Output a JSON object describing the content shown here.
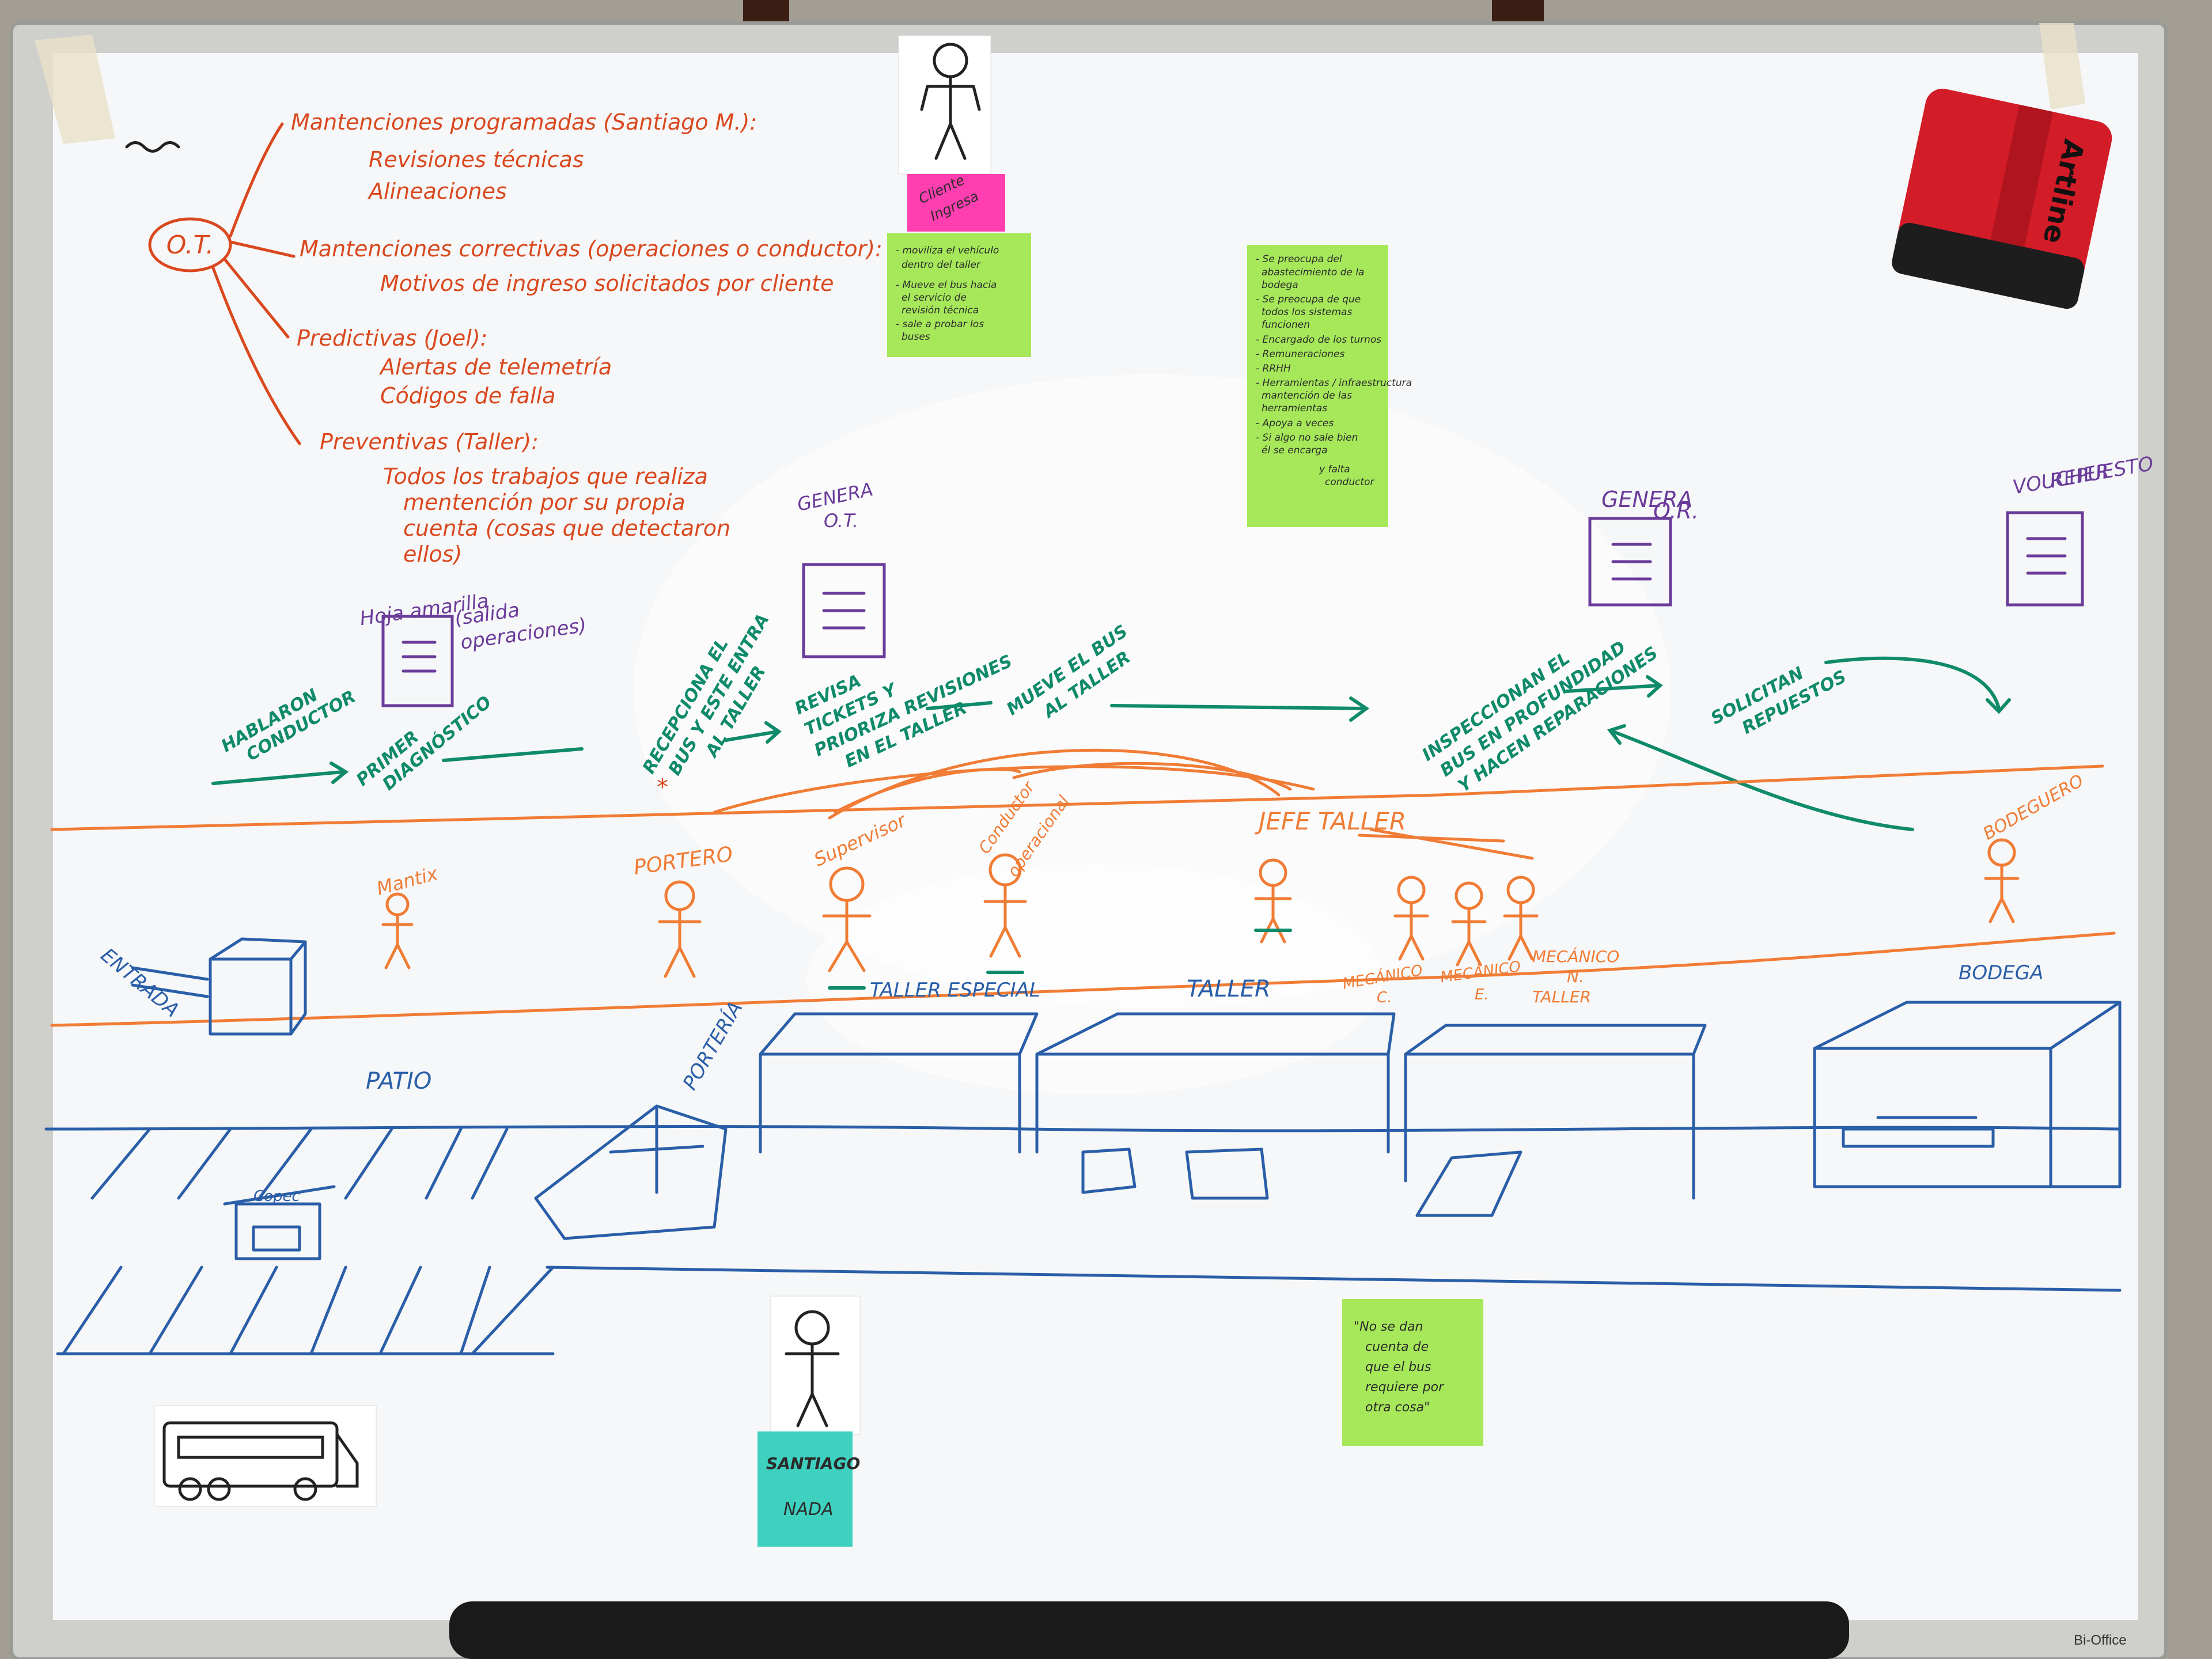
{
  "colors": {
    "board": "#f6f7f8",
    "frame": "#c9c9c6",
    "orange_marker": "#f07c35",
    "red_marker": "#d9481e",
    "green_marker": "#0f8a6a",
    "blue_marker": "#2a5ea8",
    "purple_marker": "#6a3c9a",
    "sticky_pink": "#ff3fb0",
    "sticky_green": "#a6e85a",
    "sticky_teal": "#3fd1c0"
  },
  "ot_map": {
    "center": "O.T.",
    "branch1": {
      "title": "Mantenciones programadas (Santiago M.):",
      "items": [
        "Revisiones técnicas",
        "Alineaciones"
      ]
    },
    "branch2": {
      "title": "Mantenciones correctivas (operaciones o conductor):",
      "items": [
        "Motivos de ingreso solicitados por cliente"
      ]
    },
    "branch3": {
      "title": "Predictivas (Joel):",
      "items": [
        "Alertas de telemetría",
        "Códigos de falla"
      ]
    },
    "branch4": {
      "title": "Preventivas (Taller):",
      "items": [
        "Todos los trabajos que realiza",
        "mentención por su propia",
        "cuenta (cosas que detectaron",
        "ellos)"
      ]
    }
  },
  "flow": {
    "step1": [
      "HABLARON",
      "CONDUCTOR"
    ],
    "step2": [
      "PRIMER",
      "DIAGNÓSTICO"
    ],
    "step3": [
      "RECEPCIONA EL",
      "BUS Y ESTE ENTRA",
      "AL TALLER"
    ],
    "step4": [
      "REVISA",
      "TICKETS Y",
      "PRIORIZA REVISIONES",
      "EN EL TALLER"
    ],
    "step5": [
      "MUEVE EL BUS",
      "AL TALLER"
    ],
    "step6": [
      "INSPECCIONAN EL",
      "BUS EN PROFUNDIDAD",
      "Y HACEN REPARACIONES"
    ],
    "step7": [
      "SOLICITAN",
      "REPUESTOS"
    ]
  },
  "documents": {
    "hoja": [
      "Hoja amarilla",
      "(salida",
      "operaciones)"
    ],
    "genera_ot": [
      "GENERA",
      "O.T."
    ],
    "genera_or": [
      "GENERA",
      "O.R."
    ],
    "voucher": [
      "VOUCHER",
      "REPUESTO"
    ]
  },
  "actors": {
    "mantix": "Mantix",
    "portero": "PORTERO",
    "supervisor": "Supervisor",
    "conductor": [
      "Conductor",
      "operacional"
    ],
    "jefe": "JEFE TALLER",
    "mecanico1": [
      "MECÁNICO",
      "C."
    ],
    "mecanico2": [
      "MECÁNICO",
      "E."
    ],
    "mecanico3": [
      "MECÁNICO",
      "N.",
      "TALLER"
    ],
    "bodeguero": "BODEGUERO"
  },
  "places": {
    "entrada": "ENTRADA",
    "patio": "PATIO",
    "copec": "Copec",
    "porteria": "PORTERÍA",
    "taller_especial": "TALLER ESPECIAL",
    "taller": "TALLER",
    "bodega": "BODEGA"
  },
  "sticky_notes": {
    "pink": [
      "Cliente",
      "Ingresa"
    ],
    "green1": [
      "- moviliza el vehículo",
      "dentro del taller",
      "- Mueve el bus hacia",
      "el servicio de",
      "revisión técnica",
      "- sale a probar los",
      "buses"
    ],
    "green2": [
      "- Se preocupa del",
      "abastecimiento de la",
      "bodega",
      "- Se preocupa de que",
      "todos los sistemas",
      "funcionen",
      "- Encargado de los turnos",
      "- Remuneraciones",
      "- RRHH",
      "- Herramientas / infraestructura",
      "mantención de las",
      "herramientas",
      "- Apoya a veces",
      "- Si algo no sale bien",
      "él se encarga",
      "y falta",
      "conductor"
    ],
    "green3": [
      "\"No se dan",
      "cuenta de",
      "que el bus",
      "requiere por",
      "otra cosa\""
    ],
    "teal": [
      "SANTIAGO",
      "NADA"
    ]
  },
  "eraser_brand": "Artline",
  "frame_brand": "Bi-Office"
}
